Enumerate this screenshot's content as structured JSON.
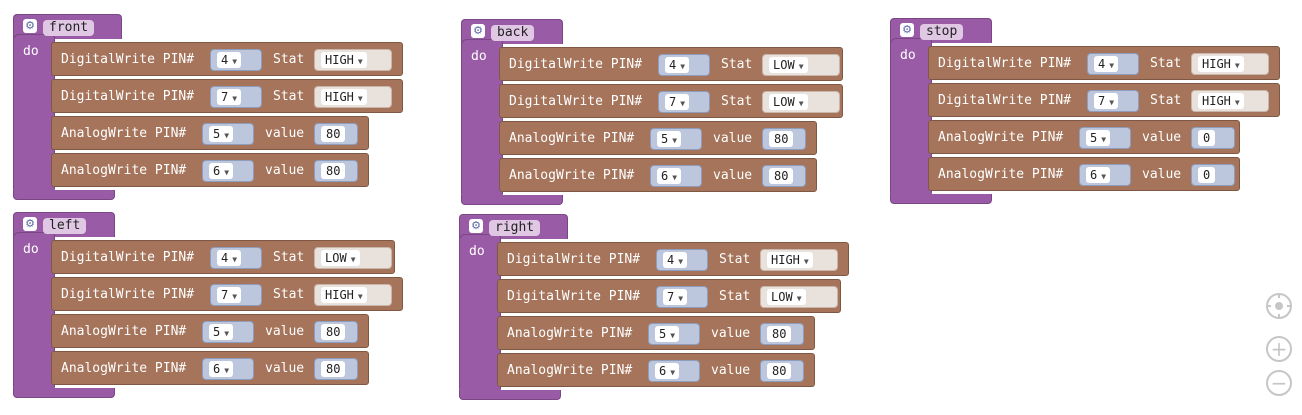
{
  "labels": {
    "do": "do",
    "digital_write": "DigitalWrite PIN#",
    "analog_write": "AnalogWrite PIN#",
    "stat": "Stat",
    "value": "value"
  },
  "procedures": [
    {
      "name": "front",
      "rows": [
        {
          "type": "digital",
          "pin": "4",
          "stat": "HIGH"
        },
        {
          "type": "digital",
          "pin": "7",
          "stat": "HIGH"
        },
        {
          "type": "analog",
          "pin": "5",
          "value": "80"
        },
        {
          "type": "analog",
          "pin": "6",
          "value": "80"
        }
      ]
    },
    {
      "name": "back",
      "rows": [
        {
          "type": "digital",
          "pin": "4",
          "stat": "LOW"
        },
        {
          "type": "digital",
          "pin": "7",
          "stat": "LOW"
        },
        {
          "type": "analog",
          "pin": "5",
          "value": "80"
        },
        {
          "type": "analog",
          "pin": "6",
          "value": "80"
        }
      ]
    },
    {
      "name": "stop",
      "rows": [
        {
          "type": "digital",
          "pin": "4",
          "stat": "HIGH"
        },
        {
          "type": "digital",
          "pin": "7",
          "stat": "HIGH"
        },
        {
          "type": "analog",
          "pin": "5",
          "value": "0"
        },
        {
          "type": "analog",
          "pin": "6",
          "value": "0"
        }
      ]
    },
    {
      "name": "left",
      "rows": [
        {
          "type": "digital",
          "pin": "4",
          "stat": "LOW"
        },
        {
          "type": "digital",
          "pin": "7",
          "stat": "HIGH"
        },
        {
          "type": "analog",
          "pin": "5",
          "value": "80"
        },
        {
          "type": "analog",
          "pin": "6",
          "value": "80"
        }
      ]
    },
    {
      "name": "right",
      "rows": [
        {
          "type": "digital",
          "pin": "4",
          "stat": "HIGH"
        },
        {
          "type": "digital",
          "pin": "7",
          "stat": "LOW"
        },
        {
          "type": "analog",
          "pin": "5",
          "value": "80"
        },
        {
          "type": "analog",
          "pin": "6",
          "value": "80"
        }
      ]
    }
  ],
  "controls": {
    "recenter_icon": "crosshair-icon",
    "zoom_in_icon": "plus-icon",
    "zoom_out_icon": "minus-icon",
    "zoom_in_symbol": "+",
    "zoom_out_symbol": "−"
  },
  "colors": {
    "procedure": "#995ba5",
    "io_block": "#a5745b",
    "field": "#bcc6dd"
  }
}
